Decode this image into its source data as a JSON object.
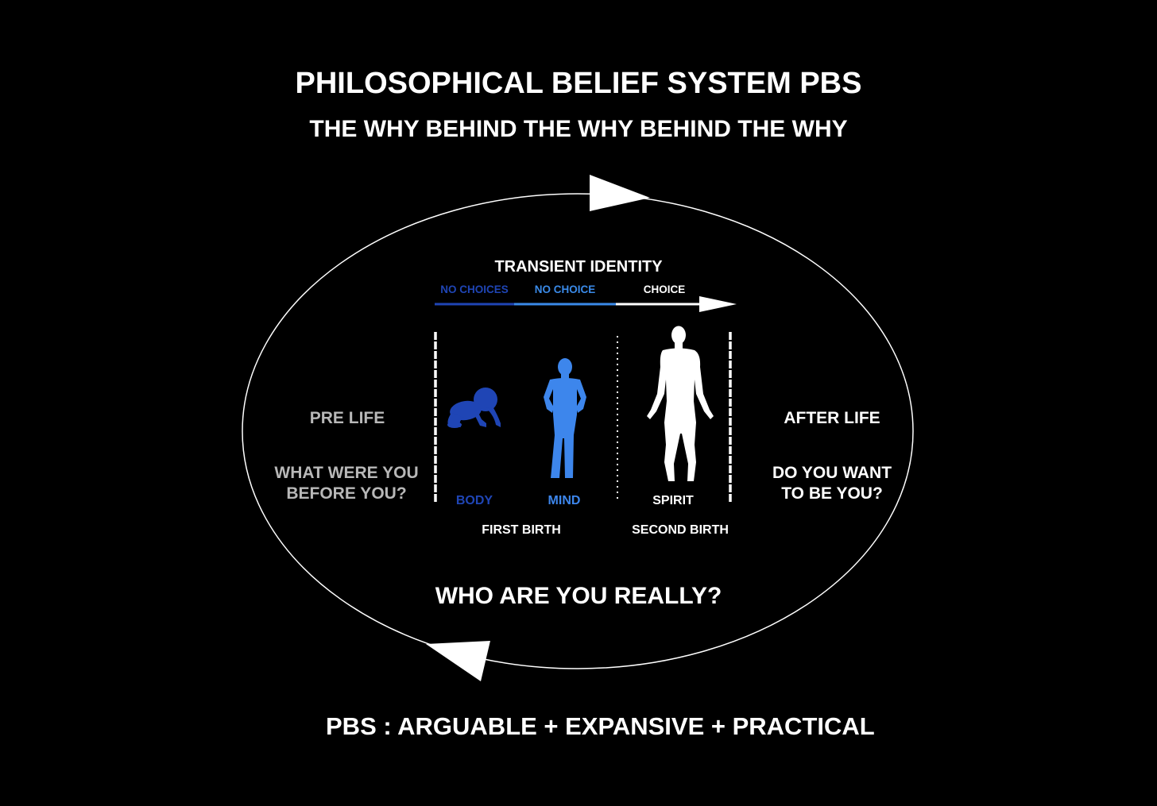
{
  "title": "PHILOSOPHICAL BELIEF SYSTEM PBS",
  "subtitle": "THE WHY BEHIND THE WHY BEHIND THE WHY",
  "transient_identity": {
    "label": "TRANSIENT IDENTITY",
    "segments": [
      {
        "label": "NO CHOICES",
        "color": "#1f45b5"
      },
      {
        "label": "NO CHOICE",
        "color": "#3a8ae8"
      },
      {
        "label": "CHOICE",
        "color": "#ffffff"
      }
    ]
  },
  "pre_life": {
    "label": "PRE LIFE",
    "question": "WHAT WERE YOU\nBEFORE YOU?",
    "color": "#b8b8b8"
  },
  "after_life": {
    "label": "AFTER LIFE",
    "question": "DO YOU WANT\nTO BE YOU?",
    "color": "#ffffff"
  },
  "stages": [
    {
      "label": "BODY",
      "icon": "crawling-baby-silhouette-icon",
      "color": "#1f45b5"
    },
    {
      "label": "MIND",
      "icon": "standing-man-silhouette-icon",
      "color": "#3d86ec"
    },
    {
      "label": "SPIRIT",
      "icon": "human-figure-silhouette-icon",
      "color": "#ffffff"
    }
  ],
  "births": {
    "first": "FIRST BIRTH",
    "second": "SECOND  BIRTH"
  },
  "central_question": "WHO ARE YOU REALLY?",
  "footer": "PBS : ARGUABLE + EXPANSIVE + PRACTICAL",
  "colors": {
    "background": "#000000",
    "text": "#ffffff",
    "dark_blue": "#1f45b5",
    "light_blue": "#3d86ec",
    "grey": "#b8b8b8"
  }
}
